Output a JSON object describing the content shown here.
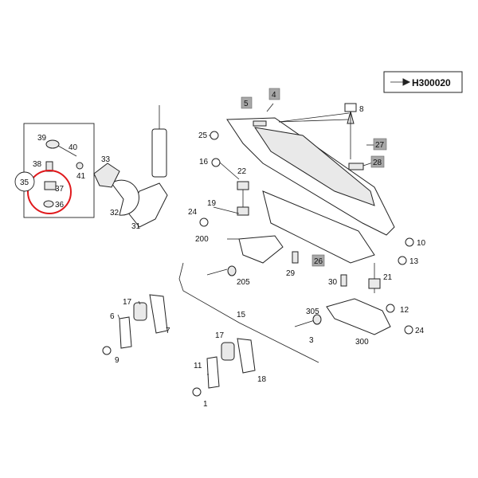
{
  "reference": {
    "code": "H300020"
  },
  "labels": {
    "l1": "1",
    "l3": "3",
    "l4": "4",
    "l5": "5",
    "l6": "6",
    "l7": "7",
    "l8": "8",
    "l9": "9",
    "l10": "10",
    "l11": "11",
    "l12": "12",
    "l13": "13",
    "l15": "15",
    "l16": "16",
    "l17a": "17",
    "l17b": "17",
    "l18": "18",
    "l19": "19",
    "l21": "21",
    "l22": "22",
    "l24a": "24",
    "l24b": "24",
    "l25": "25",
    "l26": "26",
    "l27": "27",
    "l28": "28",
    "l29": "29",
    "l30": "30",
    "l31": "31",
    "l32": "32",
    "l33": "33",
    "l35": "35",
    "l36": "36",
    "l37": "37",
    "l38": "38",
    "l39": "39",
    "l40": "40",
    "l41": "41",
    "l200": "200",
    "l205": "205",
    "l300": "300",
    "l305": "305"
  },
  "highlight": {
    "color": "#e0191c",
    "circled_items": [
      "37",
      "36"
    ]
  },
  "colors": {
    "label_box_fill": "#a8a8a8",
    "line": "#222222"
  }
}
